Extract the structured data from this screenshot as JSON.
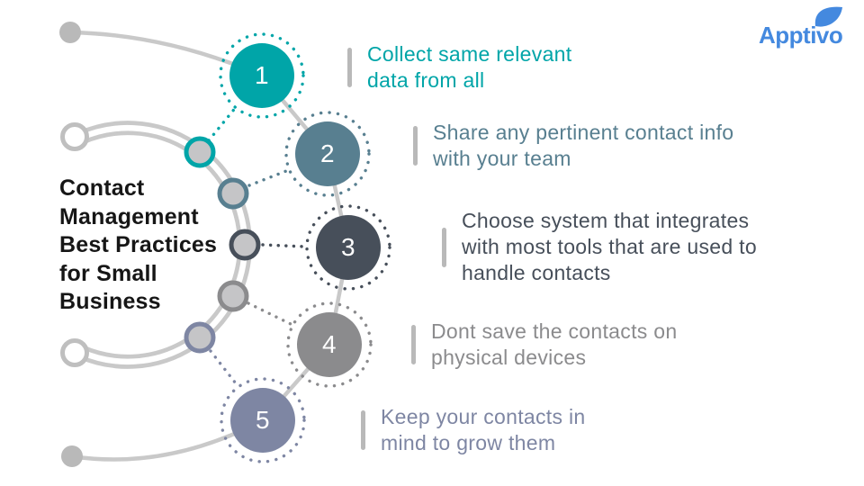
{
  "brand": {
    "logo_text": "Apptivo",
    "logo_color": "#4489DF",
    "leaf_color": "#4489DF",
    "leaf_icon": "leaf"
  },
  "title": {
    "color": "#161616",
    "lines": [
      "Contact",
      "Management",
      "Best Practices",
      "for Small",
      "Business"
    ]
  },
  "steps": [
    {
      "number": "1",
      "color": "#00A5A8",
      "lines": [
        "Collect same relevant",
        "data from all"
      ]
    },
    {
      "number": "2",
      "color": "#587F90",
      "lines": [
        "Share any pertinent contact info",
        "with your team"
      ]
    },
    {
      "number": "3",
      "color": "#474F5A",
      "lines": [
        "Choose system that integrates",
        "with most tools that are used to",
        "handle contacts"
      ]
    },
    {
      "number": "4",
      "color": "#8B8B8D",
      "lines": [
        "Dont save the contacts on",
        "physical devices"
      ]
    },
    {
      "number": "5",
      "color": "#7E86A3",
      "lines": [
        "Keep your contacts in",
        "mind to grow them"
      ]
    }
  ],
  "decor": {
    "line_color": "#C9C9C9",
    "marker_fill": "#C5C5C7",
    "endpoint_ring_color": "#BFBFBF",
    "dot_color": "#B9B9B9",
    "bar_color": "#B9B9B9"
  }
}
